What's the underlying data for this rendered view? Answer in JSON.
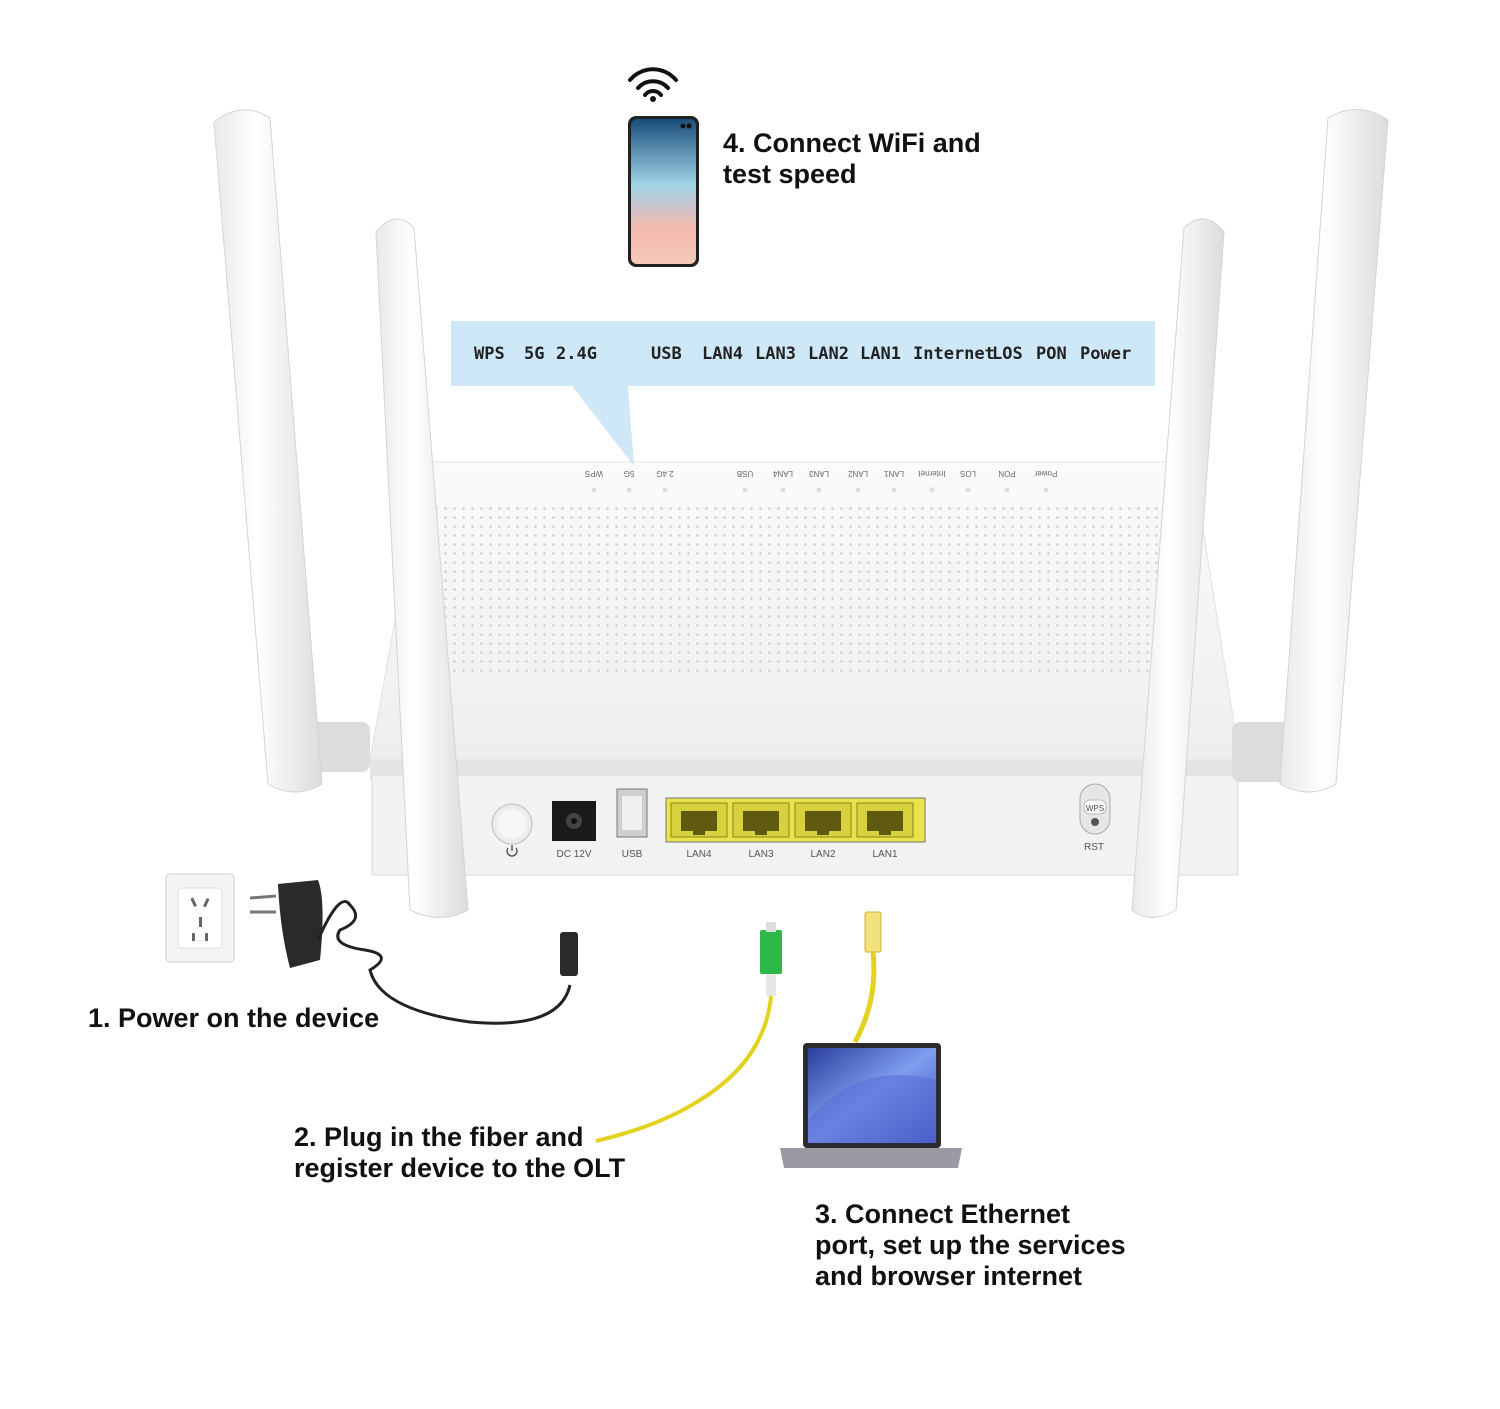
{
  "steps": {
    "wifi": {
      "line1": "4. Connect WiFi and",
      "line2": "test speed"
    },
    "power": {
      "line1": "1. Power on the device"
    },
    "fiber": {
      "line1": "2. Plug in the fiber and",
      "line2": "register device to the OLT"
    },
    "ethernet": {
      "line1": "3. Connect Ethernet",
      "line2": "port, set up the services",
      "line3": "and browser internet"
    }
  },
  "indicator_panel": {
    "labels": [
      "WPS",
      "5G",
      "2.4G",
      "USB",
      "LAN4",
      "LAN3",
      "LAN2",
      "LAN1",
      "Internet",
      "LOS",
      "PON",
      "Power"
    ]
  },
  "device_top_leds": [
    "WPS",
    "5G",
    "2.4G",
    "USB",
    "LAN4",
    "LAN3",
    "LAN2",
    "LAN1",
    "Internet",
    "LOS",
    "PON",
    "Power"
  ],
  "rear_ports": {
    "power_label": "DC 12V",
    "usb_label": "USB",
    "lan_labels": [
      "LAN4",
      "LAN3",
      "LAN2",
      "LAN1"
    ],
    "wps_label": "WPS",
    "rst_label": "RST"
  },
  "colors": {
    "callout_bg": "#cfe8f7",
    "port_yellow": "#e8e34a",
    "fiber_green": "#2db84a",
    "cable_yellow": "#e5d21c"
  }
}
